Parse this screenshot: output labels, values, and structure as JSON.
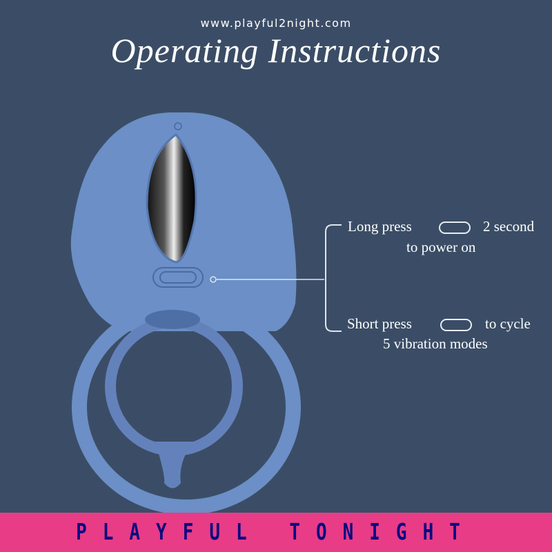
{
  "header": {
    "url": "www.playful2night.com",
    "title": "Operating Instructions"
  },
  "instructions": [
    {
      "line1_before": "Long press",
      "line1_after": "2 second",
      "line2": "to power on"
    },
    {
      "line1_before": "Short press",
      "line1_after": "to cycle",
      "line2": "5 vibration modes"
    }
  ],
  "banner": {
    "text": "PLAYFUL TONIGHT"
  },
  "colors": {
    "background": "#3b4d66",
    "device": "#6b8fc6",
    "banner": "#e83c87",
    "banner_text": "#0a0a80"
  }
}
